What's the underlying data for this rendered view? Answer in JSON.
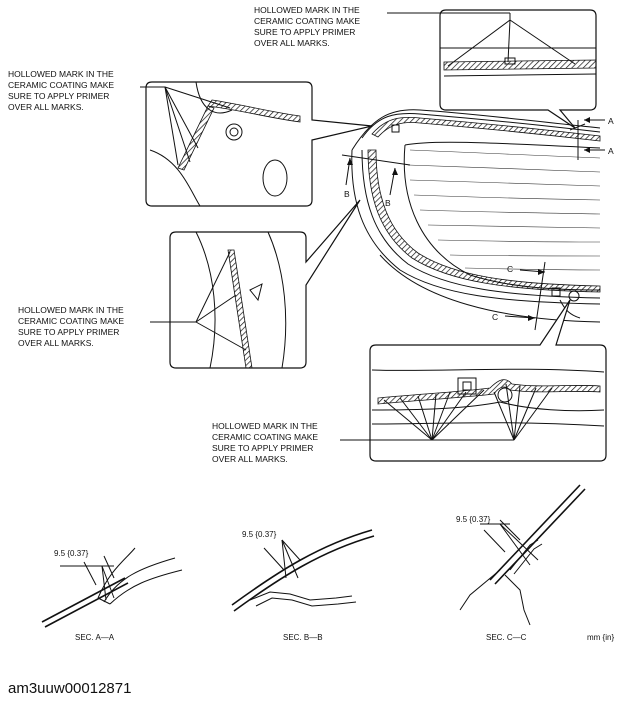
{
  "callouts": {
    "top_right": [
      "HOLLOWED MARK IN THE",
      "CERAMIC COATING MAKE",
      "SURE TO APPLY PRIMER",
      "OVER ALL MARKS."
    ],
    "top_left": [
      "HOLLOWED MARK IN THE",
      "CERAMIC COATING MAKE",
      "SURE TO APPLY PRIMER",
      "OVER ALL MARKS."
    ],
    "mid_left": [
      "HOLLOWED MARK IN THE",
      "CERAMIC COATING MAKE",
      "SURE TO APPLY PRIMER",
      "OVER ALL MARKS."
    ],
    "bottom_mid": [
      "HOLLOWED MARK IN THE",
      "CERAMIC COATING MAKE",
      "SURE TO APPLY PRIMER",
      "OVER ALL MARKS."
    ]
  },
  "section_markers": {
    "a1": "A",
    "a2": "A",
    "b1": "B",
    "b2": "B",
    "c1": "C",
    "c2": "C"
  },
  "sections": [
    {
      "label": "SEC. A—A",
      "dimension": "9.5 {0.37}"
    },
    {
      "label": "SEC. B—B",
      "dimension": "9.5 {0.37}"
    },
    {
      "label": "SEC. C—C",
      "dimension": "9.5 {0.37}"
    }
  ],
  "unit_note": "mm {in}",
  "doc_id": "am3uuw00012871"
}
